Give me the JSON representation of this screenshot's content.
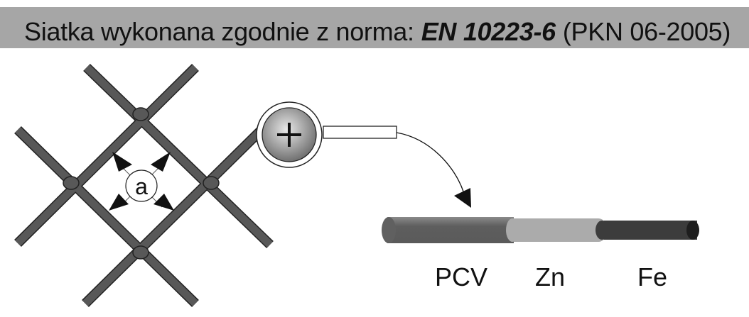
{
  "header": {
    "prefix": "Siatka wykonana zgodnie z norma:",
    "standard": "EN 10223-6",
    "suffix": "(PKN 06-2005)"
  },
  "mesh": {
    "mesh_size_label": "a"
  },
  "magnifier": {
    "symbol": "+"
  },
  "layers": [
    {
      "label": "PCV",
      "color": "#5e5e5e"
    },
    {
      "label": "Zn",
      "color": "#ababab"
    },
    {
      "label": "Fe",
      "color": "#3c3c3c"
    }
  ]
}
